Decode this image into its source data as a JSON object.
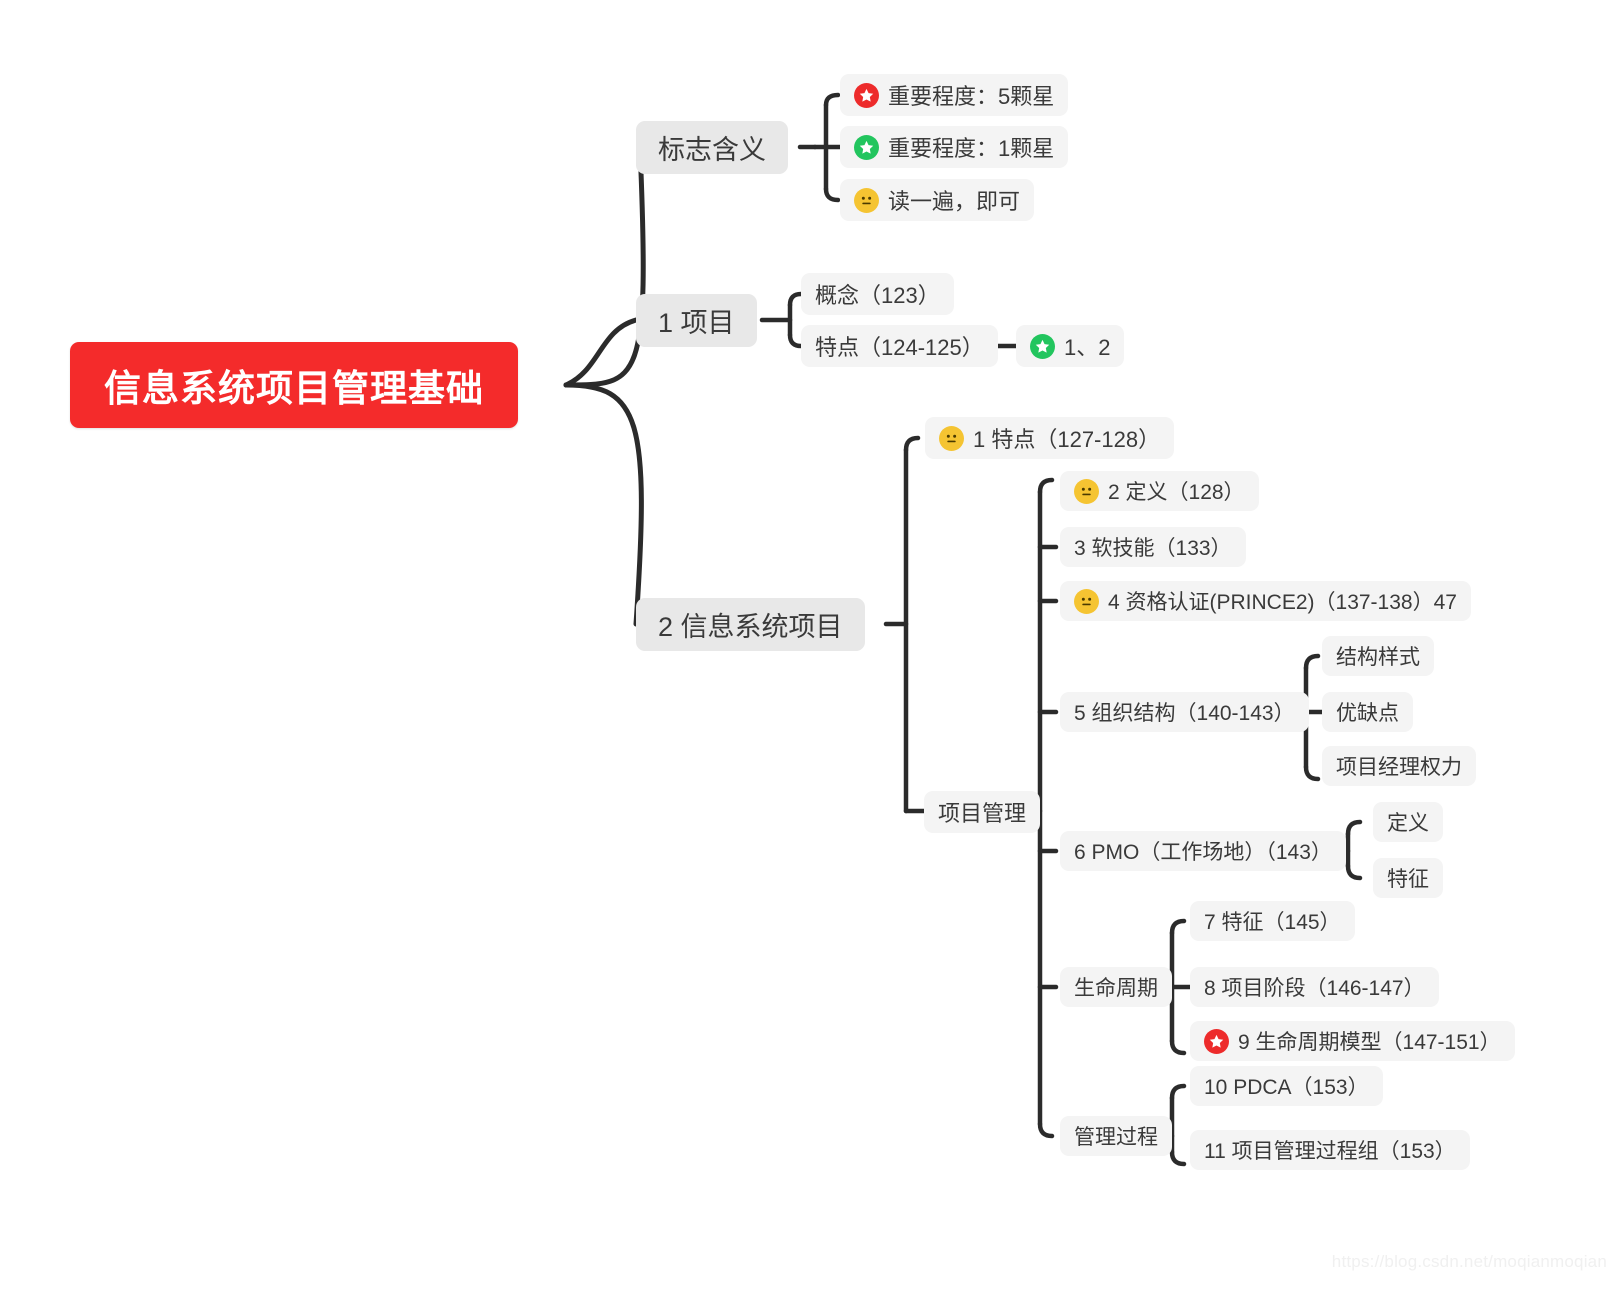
{
  "meta": {
    "watermark": "https://blog.csdn.net/moqianmoqian",
    "colors": {
      "root_bg": "#F42B2B",
      "root_text": "#FFFFFF",
      "branch_bg": "#E8E8E8",
      "leaf_bg": "#F4F4F4",
      "link": "#2B2B2B",
      "star_red": "#ED2B2B",
      "star_green": "#22C55E",
      "face_yellow": "#F5C432",
      "text": "#3A3A3A"
    }
  },
  "root": {
    "label": "信息系统项目管理基础"
  },
  "nodes": {
    "legend": {
      "label": "标志含义"
    },
    "legend_5star": {
      "label": "重要程度：5颗星",
      "icon": "star-red-icon"
    },
    "legend_1star": {
      "label": "重要程度：1颗星",
      "icon": "star-green-icon"
    },
    "legend_read": {
      "label": "读一遍，即可",
      "icon": "neutral-face-icon"
    },
    "b1": {
      "label": "1 项目"
    },
    "b1_concept": {
      "label": "概念（123）"
    },
    "b1_feature": {
      "label": "特点（124-125）"
    },
    "b1_feature_child": {
      "label": "1、2",
      "icon": "star-green-icon"
    },
    "b2": {
      "label": "2 信息系统项目"
    },
    "b2_c1": {
      "label": "1 特点（127-128）",
      "icon": "neutral-face-icon"
    },
    "pm": {
      "label": "项目管理"
    },
    "pm_2": {
      "label": "2 定义（128）",
      "icon": "neutral-face-icon"
    },
    "pm_3": {
      "label": "3 软技能（133）"
    },
    "pm_4": {
      "label": "4 资格认证(PRINCE2)（137-138）47",
      "icon": "neutral-face-icon"
    },
    "pm_5": {
      "label": "5 组织结构（140-143）"
    },
    "pm_5_a": {
      "label": "结构样式"
    },
    "pm_5_b": {
      "label": "优缺点"
    },
    "pm_5_c": {
      "label": "项目经理权力"
    },
    "pm_6": {
      "label": "6 PMO（工作场地）（143）"
    },
    "pm_6_a": {
      "label": "定义"
    },
    "pm_6_b": {
      "label": "特征"
    },
    "lifecycle": {
      "label": "生命周期"
    },
    "lc_7": {
      "label": "7 特征（145）"
    },
    "lc_8": {
      "label": "8 项目阶段（146-147）"
    },
    "lc_9": {
      "label": "9 生命周期模型（147-151）",
      "icon": "star-red-icon"
    },
    "process": {
      "label": "管理过程"
    },
    "pr_10": {
      "label": "10 PDCA（153）"
    },
    "pr_11": {
      "label": "11 项目管理过程组（153）"
    }
  }
}
